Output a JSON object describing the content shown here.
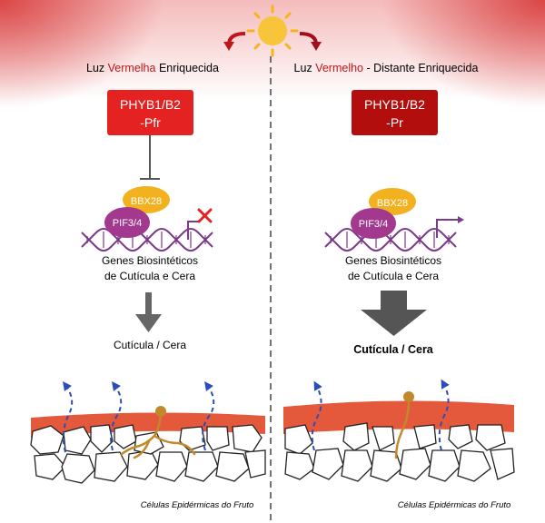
{
  "header": {
    "left_parts": [
      "Luz ",
      "Vermelha",
      " Enriquecida"
    ],
    "right_parts": [
      "Luz ",
      "Vermelho",
      " - Distante Enriquecida"
    ]
  },
  "left": {
    "receptor": [
      "PHYB1/B2",
      "-Pfr"
    ],
    "bbx": "BBX28",
    "pif": "PIF3/4",
    "genes": [
      "Genes Biosintéticos",
      "de Cutícula e Cera"
    ],
    "product": "Cutícula / Cera",
    "caption": "Células Epidérmicas do Fruto"
  },
  "right": {
    "receptor": [
      "PHYB1/B2",
      "-Pr"
    ],
    "bbx": "BBX28",
    "pif": "PIF3/4",
    "genes": [
      "Genes Biosintéticos",
      "de Cutícula e Cera"
    ],
    "product": "Cutícula / Cera",
    "caption": "Células Epidérmicas do Fruto"
  },
  "colors": {
    "red_box": "#e52222",
    "dark_red_box": "#b20e0e",
    "bbx_yellow": "#f2b11f",
    "pif_purple": "#a3388f",
    "dna_purple": "#7b3a8a",
    "cuticle": "#e4583b",
    "arrow_blue": "#2b4db8",
    "root_brown": "#c08a2a"
  }
}
